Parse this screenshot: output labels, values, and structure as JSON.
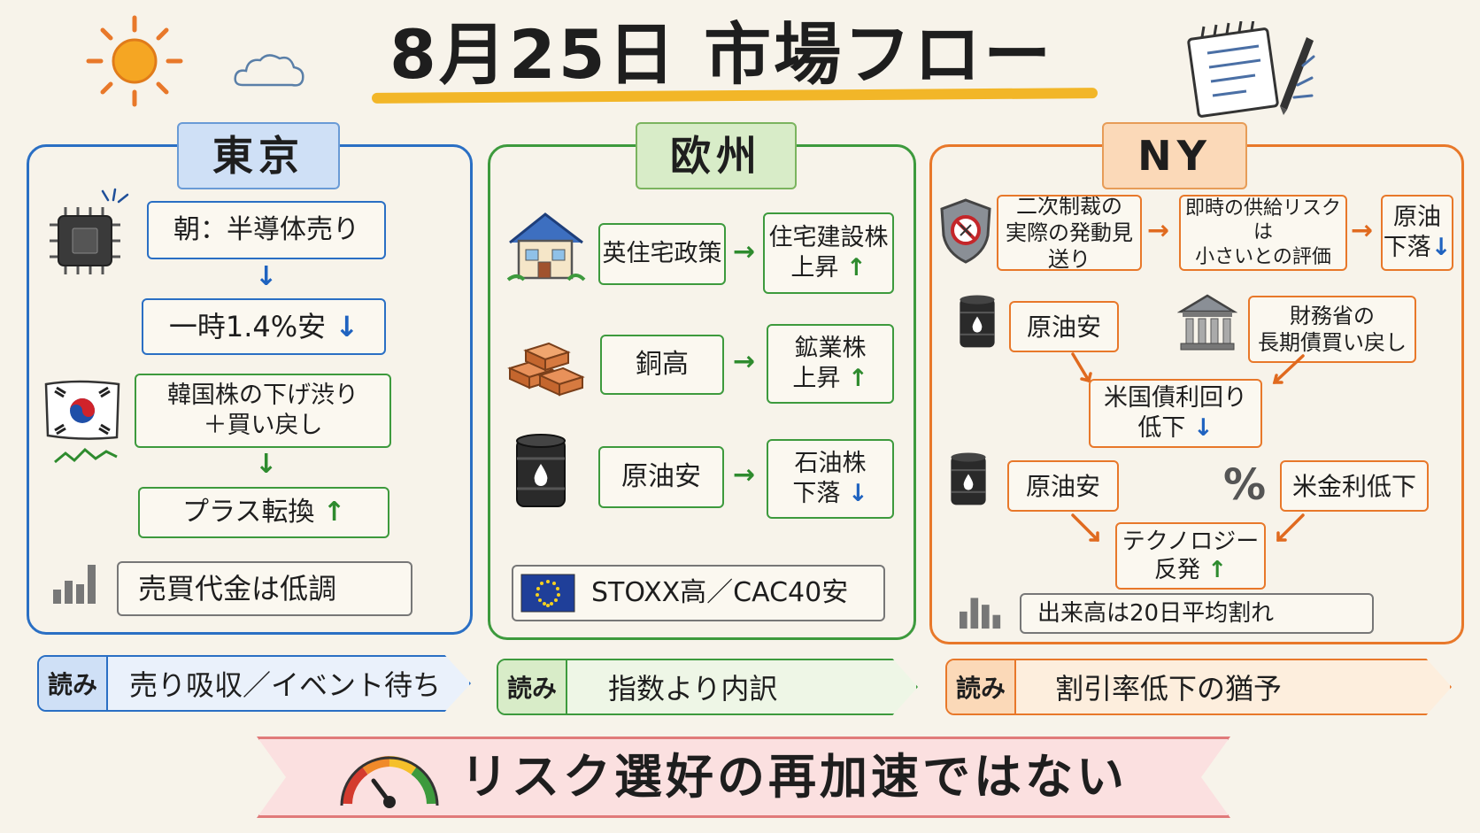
{
  "header": {
    "title": "8月25日 市場フロー"
  },
  "tokyo": {
    "title": "東京",
    "step1": "朝：半導体売り",
    "step2": "一時1.4%安",
    "step3_line1": "韓国株の下げ渋り",
    "step3_line2": "＋買い戻し",
    "step4": "プラス転換",
    "volume": "売買代金は低調",
    "read_tag": "読み",
    "read_text": "売り吸収／イベント待ち"
  },
  "europe": {
    "title": "欧州",
    "row1_cause": "英住宅政策",
    "row1_effect_line1": "住宅建設株",
    "row1_effect_line2": "上昇",
    "row2_cause": "銅高",
    "row2_effect_line1": "鉱業株",
    "row2_effect_line2": "上昇",
    "row3_cause": "原油安",
    "row3_effect_line1": "石油株",
    "row3_effect_line2": "下落",
    "index": "STOXX高／CAC40安",
    "read_tag": "読み",
    "read_text": "指数より内訳"
  },
  "ny": {
    "title": "NY",
    "flow1_a_line1": "二次制裁の",
    "flow1_a_line2": "実際の発動見送り",
    "flow1_b_line1": "即時の供給リスクは",
    "flow1_b_line2": "小さいとの評価",
    "flow1_c_line1": "原油",
    "flow1_c_line2": "下落",
    "oil1": "原油安",
    "treasury_line1": "財務省の",
    "treasury_line2": "長期債買い戻し",
    "yield_line1": "米国債利回り",
    "yield_line2": "低下",
    "oil2": "原油安",
    "rate": "米金利低下",
    "tech_line1": "テクノロジー",
    "tech_line2": "反発",
    "volume": "出来高は20日平均割れ",
    "read_tag": "読み",
    "read_text": "割引率低下の猶予"
  },
  "banner": {
    "text": "リスク選好の再加速ではない"
  },
  "symbols": {
    "up": "↑",
    "down": "↓",
    "arrow_right": "→",
    "percent": "%"
  },
  "colors": {
    "tokyo": "#2a6fc4",
    "europe": "#3d9a3d",
    "ny": "#e8782a",
    "title_underline": "#f2b628",
    "banner": "#e07a7a"
  },
  "icons": [
    "sun-icon",
    "cloud-icon",
    "notepad-pen-icon",
    "chip-icon",
    "korea-flag-icon",
    "trend-line-icon",
    "bar-chart-icon",
    "house-icon",
    "copper-bars-icon",
    "oil-barrel-icon",
    "eu-flag-icon",
    "shield-sanction-icon",
    "bank-building-icon",
    "percent-icon",
    "gauge-icon"
  ]
}
